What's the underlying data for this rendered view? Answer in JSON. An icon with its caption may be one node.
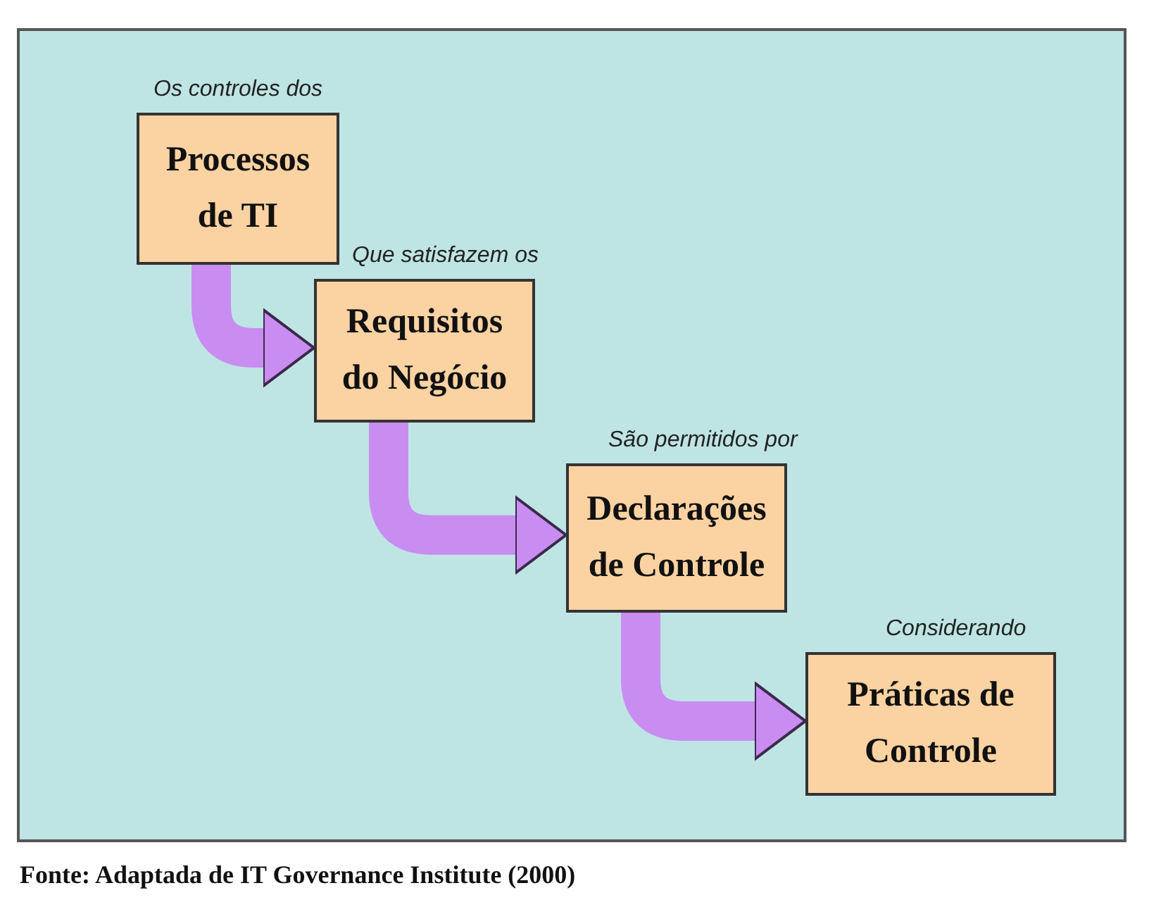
{
  "diagram": {
    "caption": "Fonte: Adaptada de IT Governance Institute (2000)",
    "nodes": [
      {
        "text": [
          "Processos de TI"
        ],
        "beside": [
          "Os controles dos"
        ]
      },
      {
        "text": [
          "Requisitos do Negócio"
        ],
        "beside": [
          "Que satisfazem os"
        ]
      },
      {
        "text": [
          "Declarações de Controle"
        ],
        "beside": [
          "São permitidos por"
        ]
      },
      {
        "text": [
          "Práticas de Controle"
        ],
        "beside": [
          "Considerando"
        ]
      }
    ],
    "edges": [
      {
        "from": 0,
        "to": 1,
        "arrow": "to"
      },
      {
        "from": 1,
        "to": 2,
        "arrow": "to"
      },
      {
        "from": 2,
        "to": 3,
        "arrow": "to"
      }
    ]
  }
}
